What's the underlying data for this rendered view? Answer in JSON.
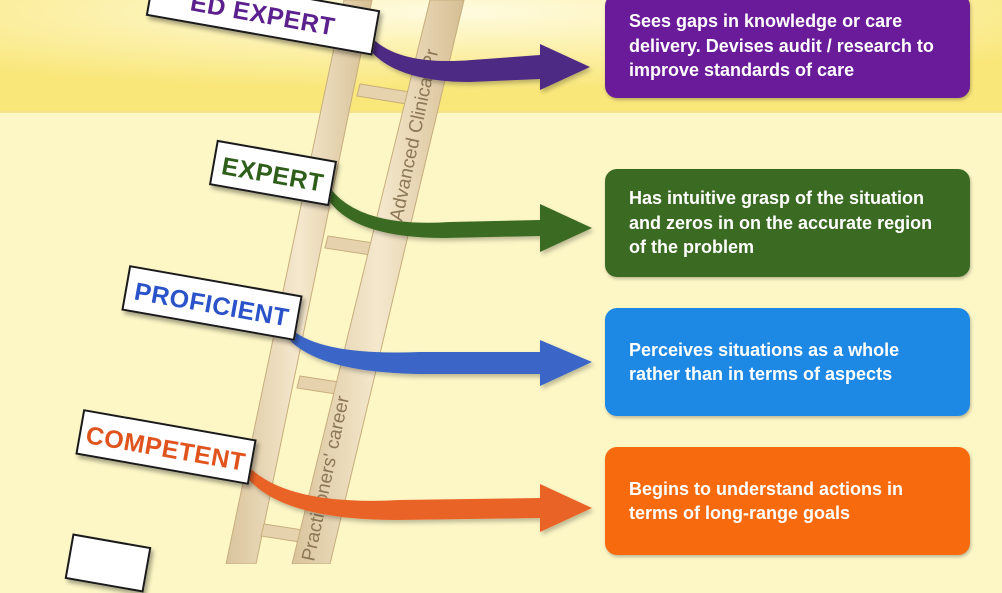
{
  "stages": [
    {
      "id": "advanced-expert",
      "label": "ED EXPERT",
      "description": "Sees gaps in knowledge or care delivery. Devises audit / research to improve standards of care",
      "label_color": "#5b1f8e",
      "box_color": "#6a1b9a",
      "arrow_color": "#4e2a84"
    },
    {
      "id": "expert",
      "label": "EXPERT",
      "description": "Has intuitive grasp of the situation and zeros in on the accurate region of the problem",
      "label_color": "#2e5e1a",
      "box_color": "#3b6a23",
      "arrow_color": "#3b6a23"
    },
    {
      "id": "proficient",
      "label": "PROFICIENT",
      "description": "Perceives situations as a whole rather than in terms of aspects",
      "label_color": "#2a52c9",
      "box_color": "#1e88e5",
      "arrow_color": "#3a66c7"
    },
    {
      "id": "competent",
      "label": "COMPETENT",
      "description": "Begins to understand actions in terms of long-range goals",
      "label_color": "#e0531d",
      "box_color": "#f86a0e",
      "arrow_color": "#ea6426"
    }
  ],
  "ladder": {
    "rail_text_upper": "Advanced Clinical Pr",
    "rail_text_lower": "Practitioners' career",
    "rail_color": "#ead7b4"
  },
  "background": {
    "top_band": "#fbeea2",
    "body": "#fdf7c6"
  }
}
